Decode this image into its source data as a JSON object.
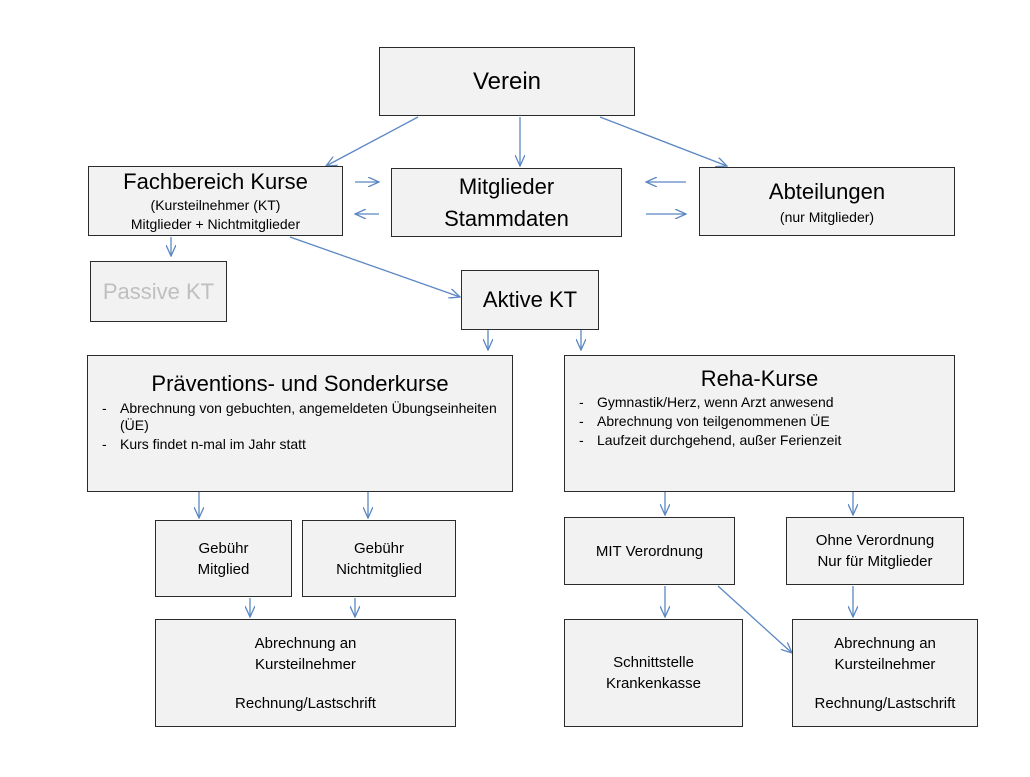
{
  "verein": "Verein",
  "fachbereich": {
    "title": "Fachbereich  Kurse",
    "line1": "(Kursteilnehmer  (KT)",
    "line2": "Mitglieder  + Nichtmitglieder"
  },
  "stammdaten": {
    "line1": "Mitglieder",
    "line2": "Stammdaten"
  },
  "abteilungen": {
    "title": "Abteilungen",
    "subtitle": "(nur  Mitglieder)"
  },
  "passive_kt": "Passive KT",
  "aktive_kt": "Aktive KT",
  "praevention": {
    "title": "Präventions- und Sonderkurse",
    "items": [
      "Abrechnung von gebuchten, angemeldeten Übungseinheiten (ÜE)",
      "Kurs findet n-mal im Jahr statt"
    ]
  },
  "reha": {
    "title": "Reha-Kurse",
    "items": [
      "Gymnastik/Herz, wenn Arzt anwesend",
      "Abrechnung von teilgenommenen ÜE",
      "Laufzeit durchgehend, außer Ferienzeit"
    ]
  },
  "gebuehr_mitglied": {
    "line1": "Gebühr",
    "line2": "Mitglied"
  },
  "gebuehr_nichtmitglied": {
    "line1": "Gebühr",
    "line2": "Nichtmitglied"
  },
  "abrechnung_left": {
    "line1": "Abrechnung  an",
    "line2": "Kursteilnehmer",
    "line3": "Rechnung/Lastschrift"
  },
  "mit_verordnung": "MIT Verordnung",
  "ohne_verordnung": {
    "line1": "Ohne Verordnung",
    "line2": "Nur für Mitglieder"
  },
  "schnittstelle": {
    "line1": "Schnittstelle",
    "line2": "Krankenkasse"
  },
  "abrechnung_right": {
    "line1": "Abrechnung  an",
    "line2": "Kursteilnehmer",
    "line3": "Rechnung/Lastschrift"
  },
  "colors": {
    "arrow": "#5b87c4",
    "box_fill": "#f2f2f2",
    "box_border": "#2b2b2b",
    "passive_text": "#bfbfbf"
  }
}
